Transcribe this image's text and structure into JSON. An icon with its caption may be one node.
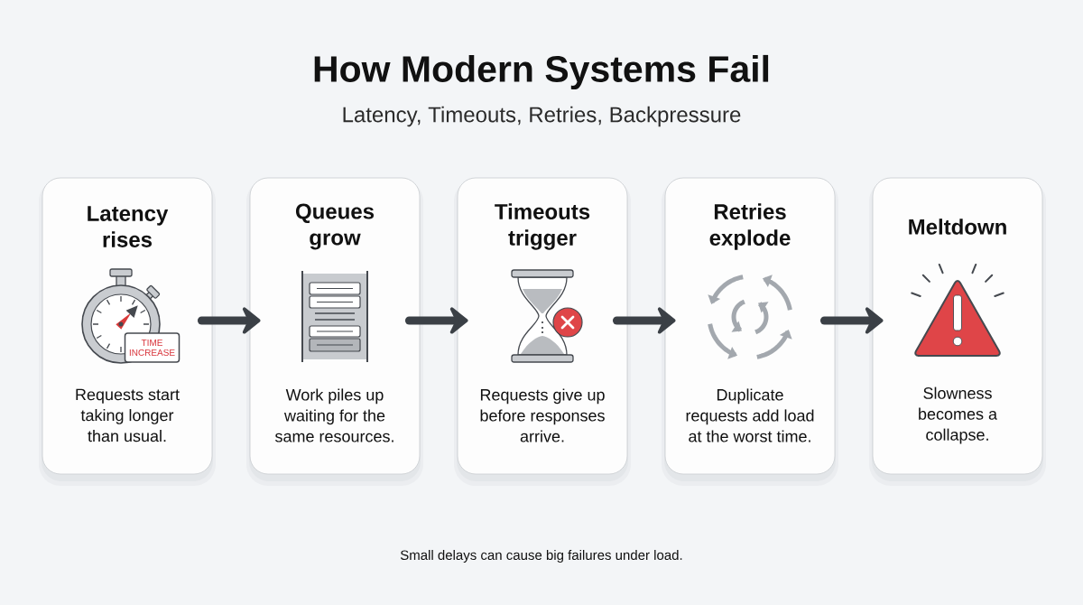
{
  "diagram": {
    "title": "How Modern Systems Fail",
    "caption": "Small delays can cause big failures under load.",
    "nodes": [
      {
        "text": [
          "Latency rises",
          "Requests start taking longer than usual."
        ]
      },
      {
        "text": [
          "TIME INCREASE"
        ],
        "in": 0
      },
      {
        "text": [
          "Queues grow",
          "Work piles up waiting for the same resources."
        ]
      },
      {
        "text": [
          "Timeouts trigger",
          "Requests give up before responses arrive."
        ]
      },
      {
        "text": [
          "Retries explode",
          "Duplicate requests add load at the worst time."
        ]
      },
      {
        "text": [
          "Meltdown",
          "Slowness becomes a collapse."
        ]
      }
    ],
    "edges": [
      {
        "from": 0,
        "to": 2,
        "arrow": "to"
      },
      {
        "from": 2,
        "to": 3,
        "arrow": "to"
      },
      {
        "from": 3,
        "to": 4,
        "arrow": "to"
      },
      {
        "from": 4,
        "to": 5,
        "arrow": "to"
      }
    ],
    "labels": [
      "Latency, Timeouts, Retries, Backpressure"
    ]
  }
}
